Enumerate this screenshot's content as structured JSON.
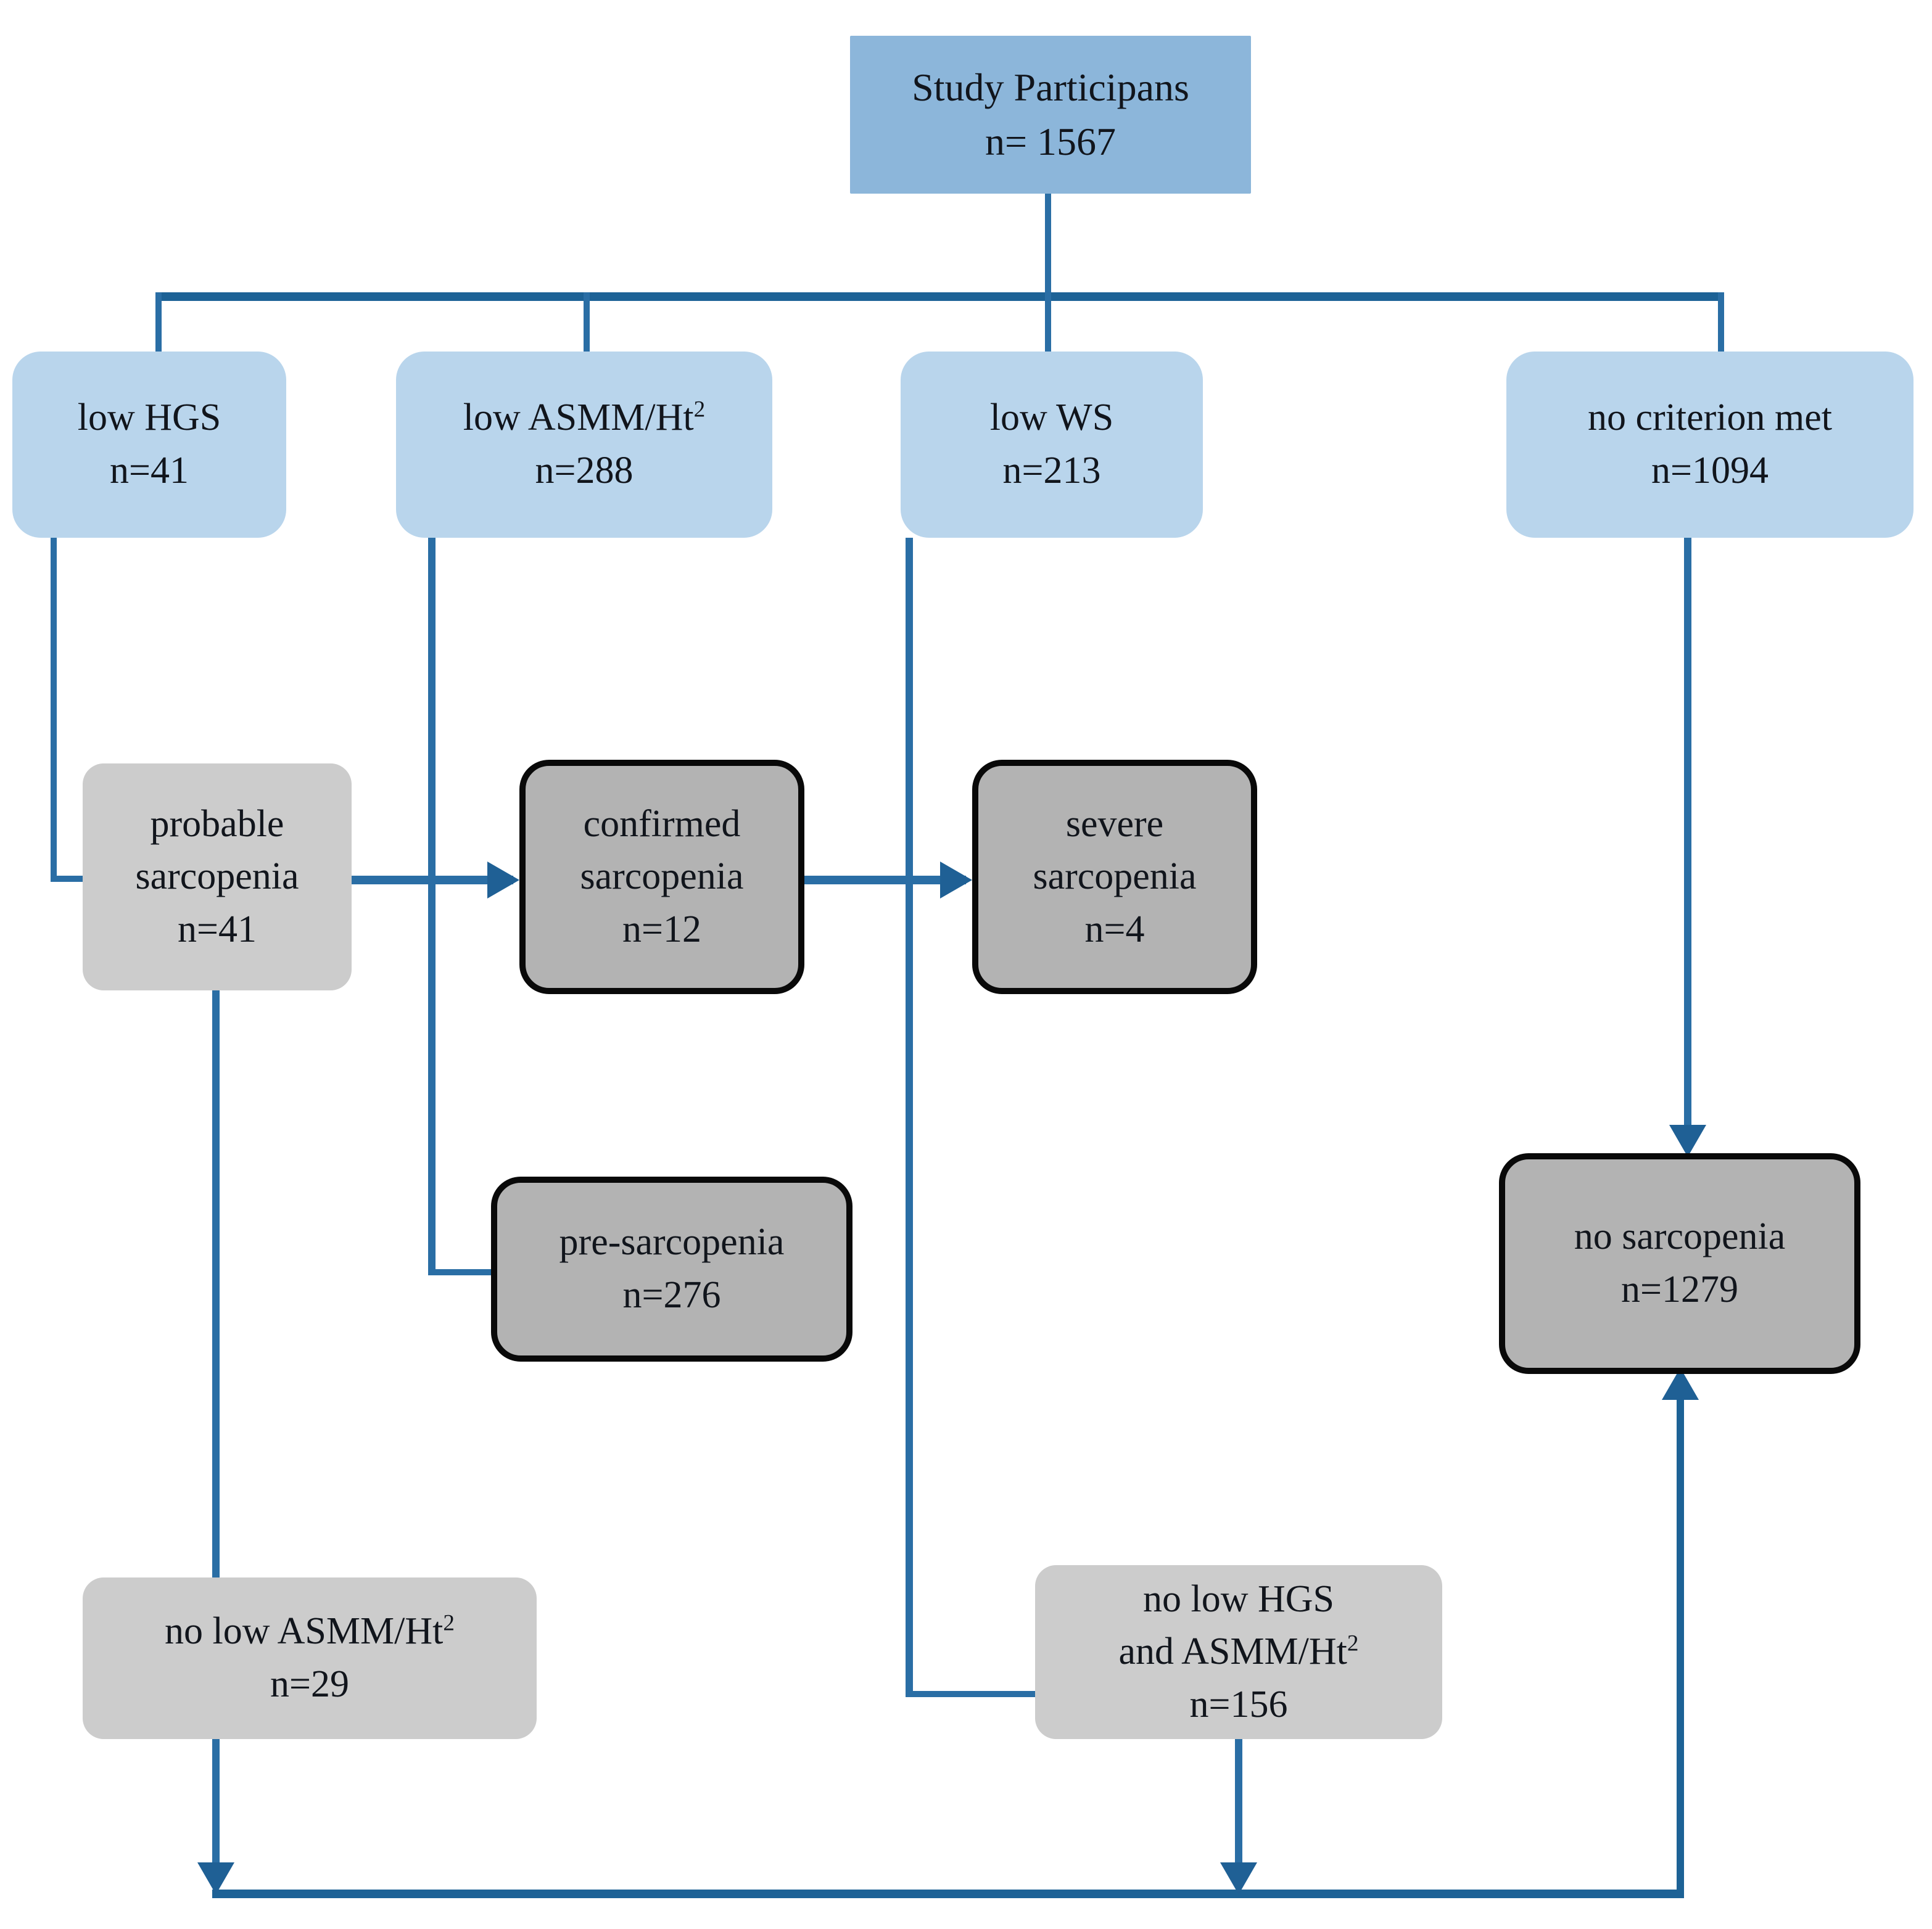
{
  "diagram": {
    "title": "Sarcopenia study participant flow",
    "colors": {
      "root_fill": "#8cb6da",
      "criterion_fill": "#b9d5ec",
      "soft_fill": "#cccccc",
      "outlined_fill": "#b3b3b3",
      "outline_stroke": "#090909",
      "connector": "#1f6095",
      "text": "#11151c",
      "background": "#ffffff"
    }
  },
  "nodes": {
    "root": {
      "label": "Study Participans",
      "count": "n= 1567"
    },
    "criteria": [
      {
        "id": "low-hgs",
        "label": "low HGS",
        "label_sup": "",
        "count": "n=41"
      },
      {
        "id": "low-asmm-ht2",
        "label": "low ASMM/Ht",
        "label_sup": "2",
        "count": "n=288"
      },
      {
        "id": "low-ws",
        "label": "low WS",
        "label_sup": "",
        "count": "n=213"
      },
      {
        "id": "no-criterion-met",
        "label": "no criterion met",
        "label_sup": "",
        "count": "n=1094"
      }
    ],
    "probable_sarcopenia": {
      "line1": "probable",
      "line2": "sarcopenia",
      "count": "n=41"
    },
    "confirmed_sarcopenia": {
      "line1": "confirmed",
      "line2": "sarcopenia",
      "count": "n=12"
    },
    "severe_sarcopenia": {
      "line1": "severe",
      "line2": "sarcopenia",
      "count": "n=4"
    },
    "pre_sarcopenia": {
      "line1": "pre-sarcopenia",
      "count": "n=276"
    },
    "no_sarcopenia": {
      "line1": "no sarcopenia",
      "count": "n=1279"
    },
    "no_low_asmm": {
      "line1": "no low ASMM/Ht",
      "line1_sup": "2",
      "count": "n=29"
    },
    "no_low_hgs_asmm": {
      "line1": "no low HGS",
      "line2": "and ASMM/Ht",
      "line2_sup": "2",
      "count": "n=156"
    }
  },
  "chart_data": {
    "type": "diagram",
    "title": "Sarcopenia study participant flow",
    "nodes": [
      {
        "id": "root",
        "label": "Study Participans",
        "n": 1567
      },
      {
        "id": "low-hgs",
        "label": "low HGS",
        "n": 41
      },
      {
        "id": "low-asmm-ht2",
        "label": "low ASMM/Ht2",
        "n": 288
      },
      {
        "id": "low-ws",
        "label": "low WS",
        "n": 213
      },
      {
        "id": "no-criterion-met",
        "label": "no criterion met",
        "n": 1094
      },
      {
        "id": "probable-sarcopenia",
        "label": "probable sarcopenia",
        "n": 41
      },
      {
        "id": "confirmed-sarcopenia",
        "label": "confirmed sarcopenia",
        "n": 12
      },
      {
        "id": "severe-sarcopenia",
        "label": "severe sarcopenia",
        "n": 4
      },
      {
        "id": "pre-sarcopenia",
        "label": "pre-sarcopenia",
        "n": 276
      },
      {
        "id": "no-sarcopenia",
        "label": "no sarcopenia",
        "n": 1279
      },
      {
        "id": "no-low-asmm",
        "label": "no low ASMM/Ht2",
        "n": 29
      },
      {
        "id": "no-low-hgs-asmm",
        "label": "no low HGS and ASMM/Ht2",
        "n": 156
      }
    ],
    "edges": [
      {
        "from": "root",
        "to": "low-hgs"
      },
      {
        "from": "root",
        "to": "low-asmm-ht2"
      },
      {
        "from": "root",
        "to": "low-ws"
      },
      {
        "from": "root",
        "to": "no-criterion-met"
      },
      {
        "from": "low-hgs",
        "to": "probable-sarcopenia"
      },
      {
        "from": "probable-sarcopenia",
        "to": "confirmed-sarcopenia"
      },
      {
        "from": "confirmed-sarcopenia",
        "to": "severe-sarcopenia"
      },
      {
        "from": "low-asmm-ht2",
        "to": "pre-sarcopenia"
      },
      {
        "from": "low-ws",
        "to": "no-low-hgs-asmm"
      },
      {
        "from": "probable-sarcopenia",
        "to": "no-low-asmm"
      },
      {
        "from": "no-criterion-met",
        "to": "no-sarcopenia"
      },
      {
        "from": "no-low-asmm",
        "to": "no-sarcopenia"
      },
      {
        "from": "no-low-hgs-asmm",
        "to": "no-sarcopenia"
      }
    ]
  }
}
